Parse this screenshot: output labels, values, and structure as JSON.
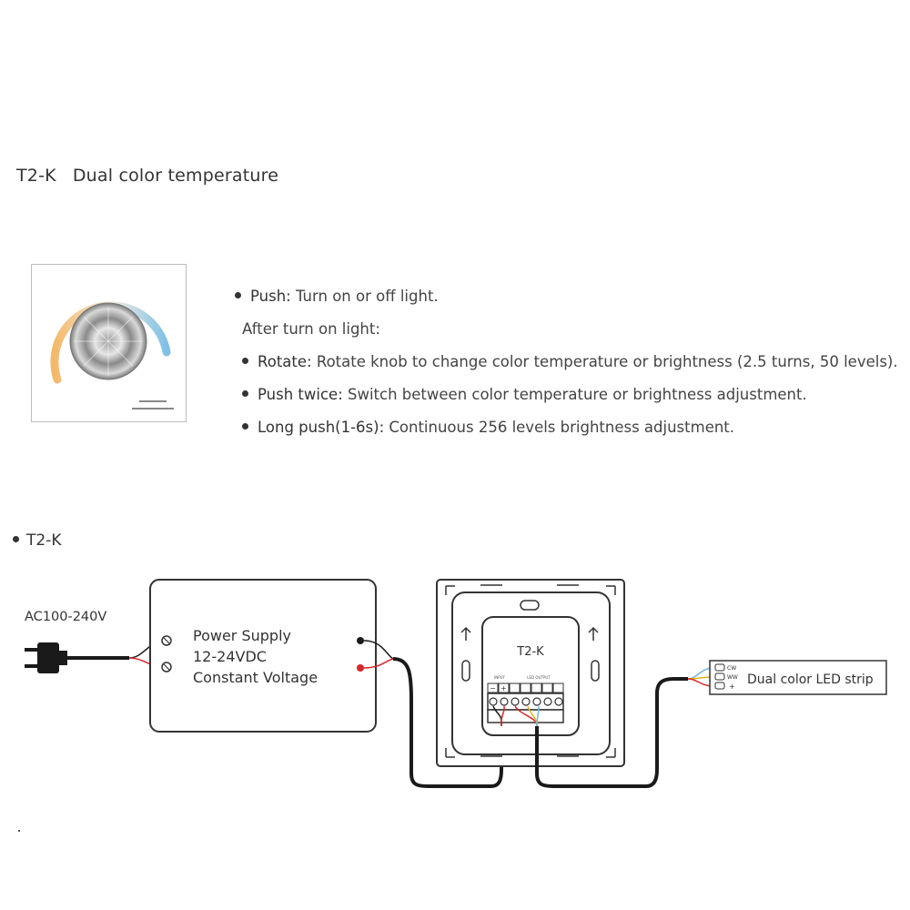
{
  "title": {
    "model": "T2-K",
    "text": "Dual color temperature"
  },
  "features": {
    "push_key": "Push:",
    "push_text": "Turn on or off light.",
    "after_text": "After turn on light:",
    "rotate_key": "Rotate:",
    "rotate_text": "Rotate knob to change color temperature or brightness (2.5 turns, 50 levels).",
    "twice_key": "Push twice:",
    "twice_text": "Switch between color temperature or brightness adjustment.",
    "long_key": "Long push(1-6s):",
    "long_text": "Continuous 256 levels brightness adjustment."
  },
  "wiring": {
    "label": "T2-K",
    "ac_label": "AC100-240V",
    "psu_line1": "Power Supply",
    "psu_line2": "12-24VDC",
    "psu_line3": "Constant Voltage",
    "panel_label": "T2-K",
    "panel_input_label": "INPUT",
    "panel_output_label": "LED OUTPUT",
    "term_minus": "−",
    "term_plus": "+",
    "led_label": "Dual color LED strip",
    "led_cw": "CW",
    "led_ww": "WW",
    "led_plus": "+"
  },
  "colors": {
    "wire_black": "#1a1a1a",
    "wire_red": "#d8262b",
    "wire_yellow": "#e3b321",
    "wire_blue": "#6fb7e0",
    "warm_arc": "#f1c07a",
    "cool_arc": "#8cc6e8"
  }
}
